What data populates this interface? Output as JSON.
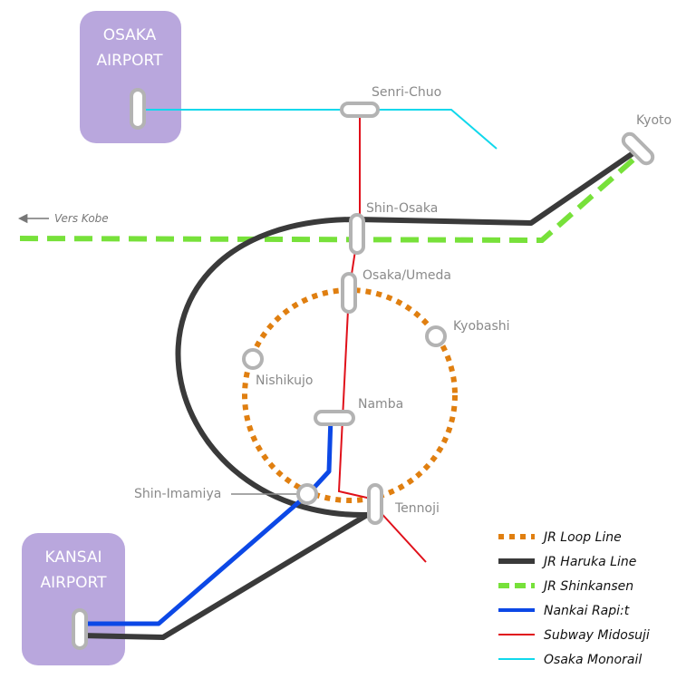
{
  "airports": {
    "osaka": {
      "line1": "OSAKA",
      "line2": "AIRPORT"
    },
    "kansai": {
      "line1": "KANSAI",
      "line2": "AIRPORT"
    }
  },
  "stations": {
    "senri_chuo": "Senri-Chuo",
    "kyoto": "Kyoto",
    "shin_osaka": "Shin-Osaka",
    "osaka_umeda": "Osaka/Umeda",
    "kyobashi": "Kyobashi",
    "nishikujo": "Nishikujo",
    "namba": "Namba",
    "shin_imamiya": "Shin-Imamiya",
    "tennoji": "Tennoji"
  },
  "direction_note": "Vers Kobe",
  "legend": [
    {
      "label": "JR Loop Line",
      "color": "#e07f10",
      "style": "dotted"
    },
    {
      "label": "JR Haruka Line",
      "color": "#3a3a3a",
      "style": "solid"
    },
    {
      "label": "JR Shinkansen",
      "color": "#77e13a",
      "style": "dashed"
    },
    {
      "label": "Nankai Rapi:t",
      "color": "#0c48e6",
      "style": "solid"
    },
    {
      "label": "Subway Midosuji",
      "color": "#e0101a",
      "style": "solid"
    },
    {
      "label": "Osaka Monorail",
      "color": "#10d8ec",
      "style": "solid"
    }
  ],
  "colors": {
    "airport_box": "#b9a7dd",
    "station_stroke": "#b3b3b3"
  }
}
